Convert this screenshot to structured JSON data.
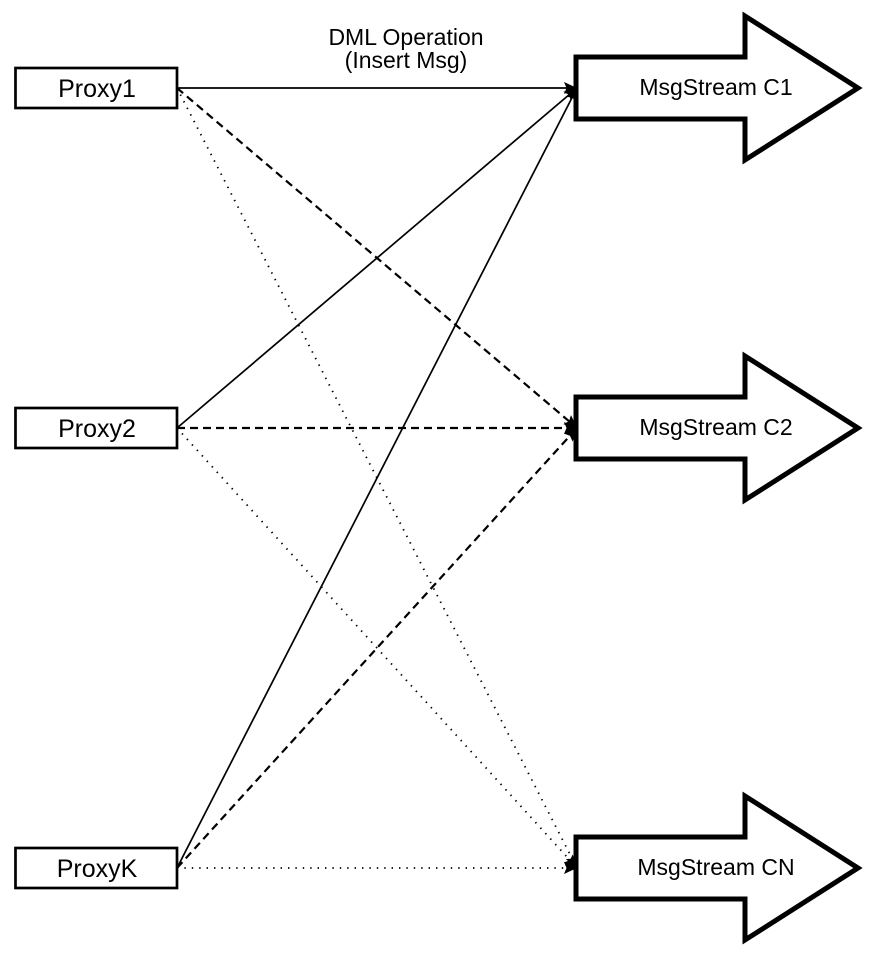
{
  "diagram": {
    "title_annotation": {
      "line1": "DML Operation",
      "line2": "(Insert Msg)"
    },
    "proxies": [
      {
        "id": "proxy1",
        "label": "Proxy1"
      },
      {
        "id": "proxy2",
        "label": "Proxy2"
      },
      {
        "id": "proxyk",
        "label": "ProxyK"
      }
    ],
    "streams": [
      {
        "id": "c1",
        "label": "MsgStream C1",
        "incoming_line_style": "solid"
      },
      {
        "id": "c2",
        "label": "MsgStream C2",
        "incoming_line_style": "dashed"
      },
      {
        "id": "cn",
        "label": "MsgStream CN",
        "incoming_line_style": "dotted"
      }
    ],
    "connections": [
      {
        "from": "Proxy1",
        "to": "MsgStream C1",
        "style": "solid"
      },
      {
        "from": "Proxy2",
        "to": "MsgStream C1",
        "style": "solid"
      },
      {
        "from": "ProxyK",
        "to": "MsgStream C1",
        "style": "solid"
      },
      {
        "from": "Proxy1",
        "to": "MsgStream C2",
        "style": "dashed"
      },
      {
        "from": "Proxy2",
        "to": "MsgStream C2",
        "style": "dashed"
      },
      {
        "from": "ProxyK",
        "to": "MsgStream C2",
        "style": "dashed"
      },
      {
        "from": "Proxy1",
        "to": "MsgStream CN",
        "style": "dotted"
      },
      {
        "from": "Proxy2",
        "to": "MsgStream CN",
        "style": "dotted"
      },
      {
        "from": "ProxyK",
        "to": "MsgStream CN",
        "style": "dotted"
      }
    ],
    "colors": {
      "stroke": "#000000",
      "fill": "#ffffff",
      "background": "#ffffff"
    }
  }
}
